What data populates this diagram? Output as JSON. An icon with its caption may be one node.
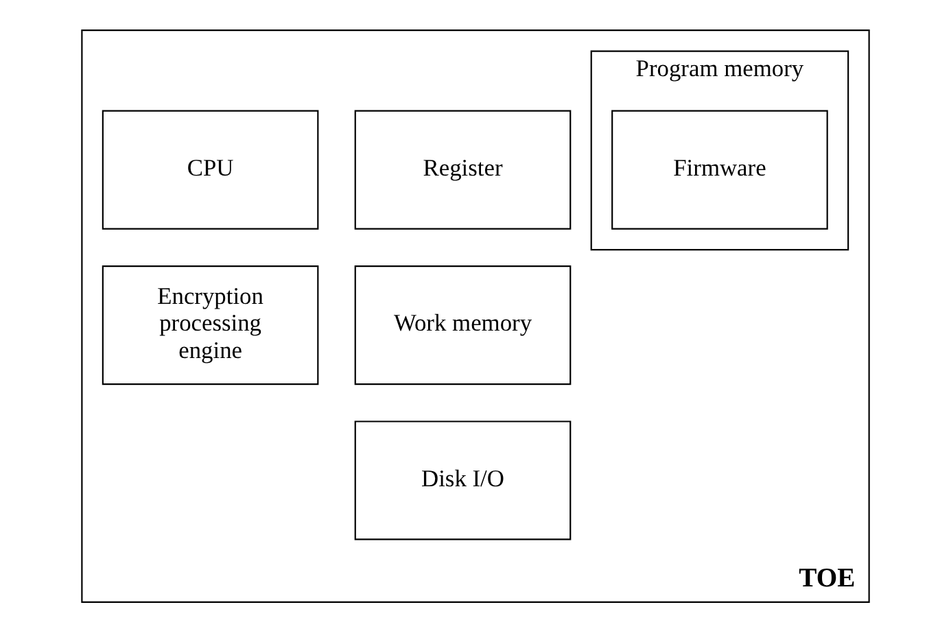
{
  "diagram": {
    "nodes": [
      {
        "text": [
          "TOE"
        ]
      },
      {
        "text": [
          "Register"
        ],
        "in": 0
      },
      {
        "text": [
          "CPU"
        ],
        "in": 0
      },
      {
        "text": [
          "Program memory"
        ],
        "in": 0
      },
      {
        "text": [
          "Firmware"
        ],
        "in": 3
      },
      {
        "text": [
          "Work memory"
        ],
        "in": 0
      },
      {
        "text": [
          "Encryption processing engine"
        ],
        "in": 0
      },
      {
        "text": [
          "Disk I/O"
        ],
        "in": 0
      }
    ],
    "edges": []
  }
}
